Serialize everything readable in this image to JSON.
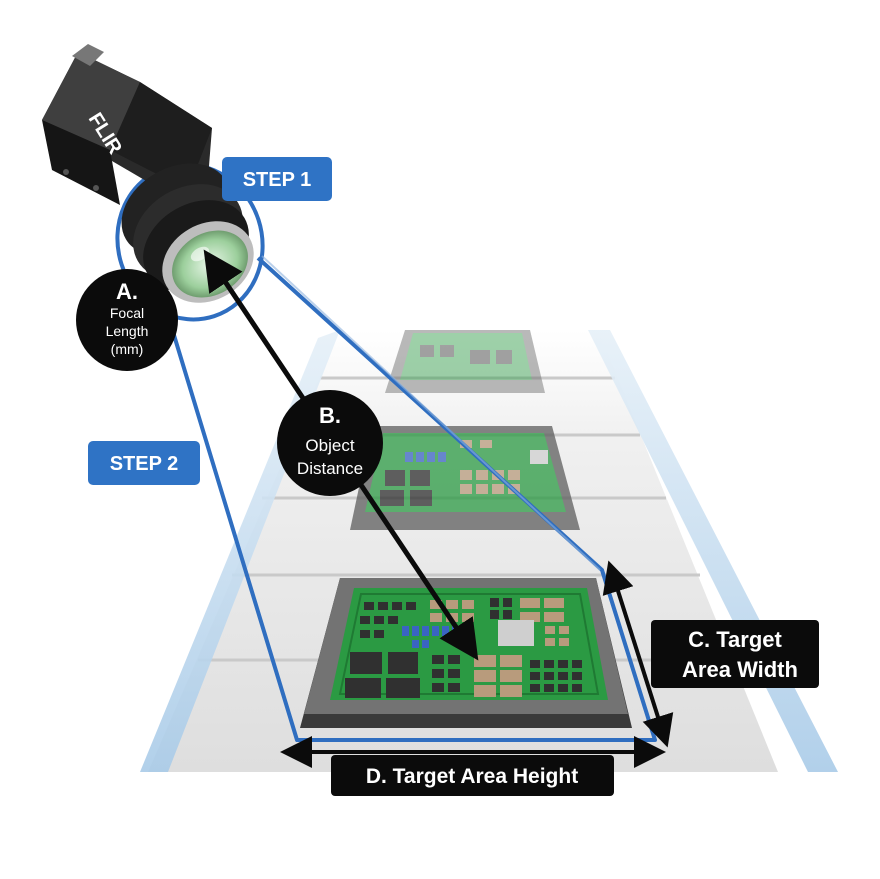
{
  "brand": {
    "logo_text": "FLIR"
  },
  "steps": {
    "step1": "STEP 1",
    "step2": "STEP 2"
  },
  "labels": {
    "focal": {
      "letter": "A.",
      "line1": "Focal",
      "line2": "Length",
      "line3": "(mm)"
    },
    "distance": {
      "letter": "B.",
      "line1": "Object",
      "line2": "Distance"
    },
    "width": {
      "line1": "C. Target",
      "line2": "Area Width"
    },
    "height": {
      "line1": "D. Target Area Height"
    }
  },
  "colors": {
    "step_blue": "#2f73c5",
    "fov_blue": "#2f6ec0",
    "label_dark": "#0b0b0b",
    "pcb_green": "#2b9a43",
    "belt_gray": "#e4e4e4",
    "rail_light_blue": "#b7d4ec"
  }
}
